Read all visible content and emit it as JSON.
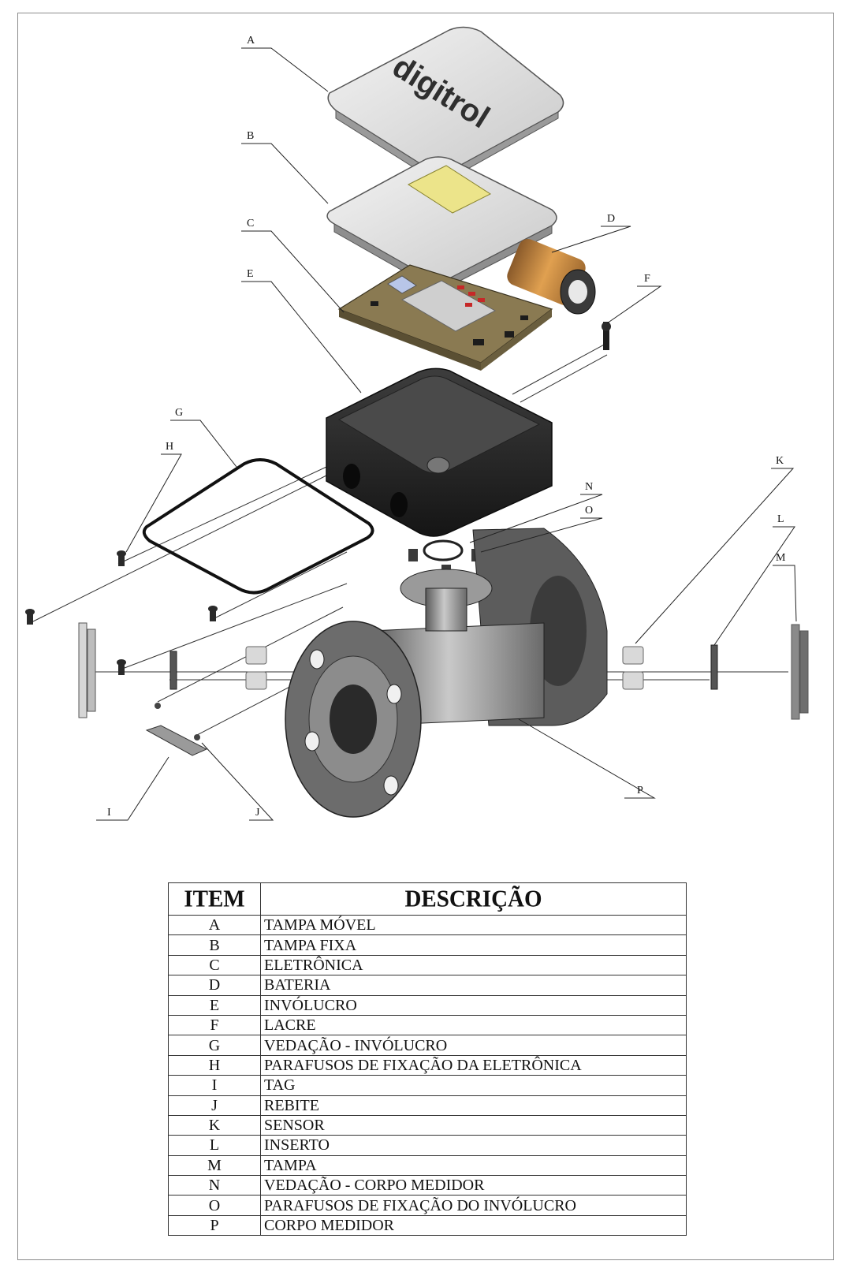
{
  "logo_text": "digitrol",
  "callouts": {
    "a": "A",
    "b": "B",
    "c": "C",
    "d": "D",
    "e": "E",
    "f": "F",
    "g": "G",
    "h": "H",
    "i": "I",
    "j": "J",
    "k": "K",
    "l": "L",
    "m": "M",
    "n": "N",
    "o": "O",
    "p": "P"
  },
  "table": {
    "headers": {
      "item": "ITEM",
      "description": "DESCRIÇÃO"
    },
    "rows": [
      {
        "item": "A",
        "description": "TAMPA MÓVEL"
      },
      {
        "item": "B",
        "description": "TAMPA FIXA"
      },
      {
        "item": "C",
        "description": "ELETRÔNICA"
      },
      {
        "item": "D",
        "description": "BATERIA"
      },
      {
        "item": "E",
        "description": "INVÓLUCRO"
      },
      {
        "item": "F",
        "description": "LACRE"
      },
      {
        "item": "G",
        "description": "VEDAÇÃO - INVÓLUCRO"
      },
      {
        "item": "H",
        "description": "PARAFUSOS DE FIXAÇÃO DA ELETRÔNICA"
      },
      {
        "item": "I",
        "description": "TAG"
      },
      {
        "item": "J",
        "description": "REBITE"
      },
      {
        "item": "K",
        "description": "SENSOR"
      },
      {
        "item": "L",
        "description": "INSERTO"
      },
      {
        "item": "M",
        "description": "TAMPA"
      },
      {
        "item": "N",
        "description": "VEDAÇÃO - CORPO MEDIDOR"
      },
      {
        "item": "O",
        "description": "PARAFUSOS DE FIXAÇÃO DO INVÓLUCRO"
      },
      {
        "item": "P",
        "description": "CORPO MEDIDOR"
      }
    ]
  }
}
